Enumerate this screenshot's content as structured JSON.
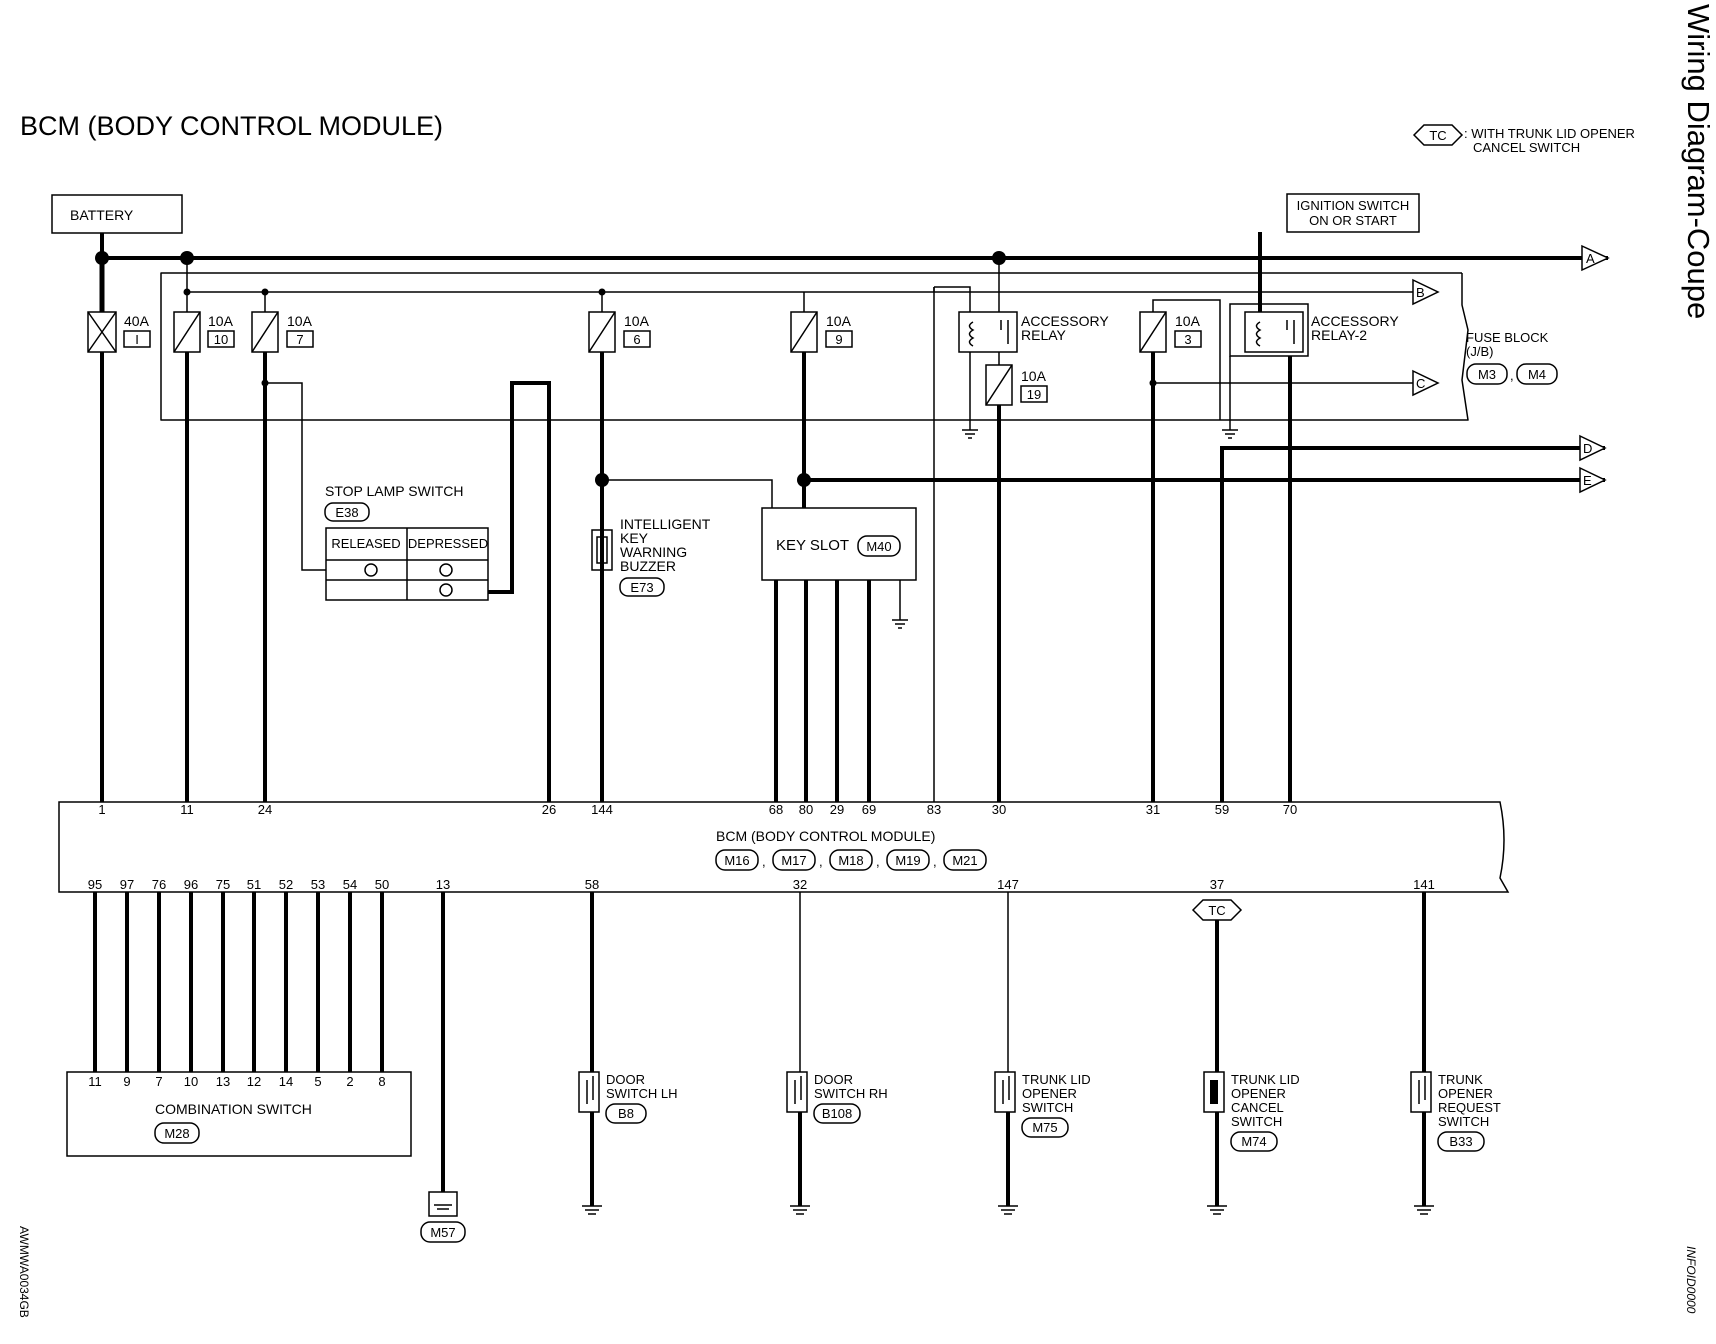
{
  "title": "BCM (BODY CONTROL MODULE)",
  "side_title": "Wiring Diagram-Coupe",
  "image_code": "AWMWA0034GB",
  "info_id": "INFOID0000",
  "legend": {
    "tag": "TC",
    "text_line1": ": WITH TRUNK LID OPENER",
    "text_line2": "CANCEL SWITCH"
  },
  "battery": "BATTERY",
  "ignition_switch": {
    "line1": "IGNITION SWITCH",
    "line2": "ON OR START"
  },
  "fuse_block": {
    "line1": "FUSE BLOCK",
    "line2": "(J/B)",
    "conn1": "M3",
    "conn2": "M4"
  },
  "fuses": [
    {
      "amp": "40A",
      "num": "I"
    },
    {
      "amp": "10A",
      "num": "10"
    },
    {
      "amp": "10A",
      "num": "7"
    },
    {
      "amp": "10A",
      "num": "6"
    },
    {
      "amp": "10A",
      "num": "9"
    },
    {
      "amp": "10A",
      "num": "3"
    },
    {
      "amp": "10A",
      "num": "19"
    }
  ],
  "relays": {
    "acc_relay": {
      "line1": "ACCESSORY",
      "line2": "RELAY"
    },
    "acc_relay2": {
      "line1": "ACCESSORY",
      "line2": "RELAY-2"
    }
  },
  "arrows": [
    "A",
    "B",
    "C",
    "D",
    "E"
  ],
  "stop_lamp_switch": {
    "name": "STOP LAMP SWITCH",
    "conn": "E38",
    "col1": "RELEASED",
    "col2": "DEPRESSED"
  },
  "buzzer": {
    "line1": "INTELLIGENT",
    "line2": "KEY",
    "line3": "WARNING",
    "line4": "BUZZER",
    "conn": "E73"
  },
  "key_slot": {
    "name": "KEY SLOT",
    "conn": "M40"
  },
  "bcm": {
    "name": "BCM (BODY CONTROL MODULE)",
    "conns": [
      "M16",
      "M17",
      "M18",
      "M19",
      "M21"
    ],
    "sep": ",",
    "top_pins": [
      "1",
      "11",
      "24",
      "26",
      "144",
      "68",
      "80",
      "29",
      "69",
      "83",
      "30",
      "31",
      "59",
      "70"
    ],
    "bottom_pins": [
      "95",
      "97",
      "76",
      "96",
      "75",
      "51",
      "52",
      "53",
      "54",
      "50",
      "13",
      "58",
      "32",
      "147",
      "37",
      "141"
    ]
  },
  "combination_switch": {
    "name": "COMBINATION SWITCH",
    "conn": "M28",
    "pins": [
      "11",
      "9",
      "7",
      "10",
      "13",
      "12",
      "14",
      "5",
      "2",
      "8"
    ]
  },
  "ground_conn": "M57",
  "pin37_tag": "TC",
  "switches": [
    {
      "lines": [
        "DOOR",
        "SWITCH LH"
      ],
      "conn": "B8"
    },
    {
      "lines": [
        "DOOR",
        "SWITCH RH"
      ],
      "conn": "B108"
    },
    {
      "lines": [
        "TRUNK LID",
        "OPENER",
        "SWITCH"
      ],
      "conn": "M75"
    },
    {
      "lines": [
        "TRUNK LID",
        "OPENER",
        "CANCEL",
        "SWITCH"
      ],
      "conn": "M74"
    },
    {
      "lines": [
        "TRUNK",
        "OPENER",
        "REQUEST",
        "SWITCH"
      ],
      "conn": "B33"
    }
  ]
}
